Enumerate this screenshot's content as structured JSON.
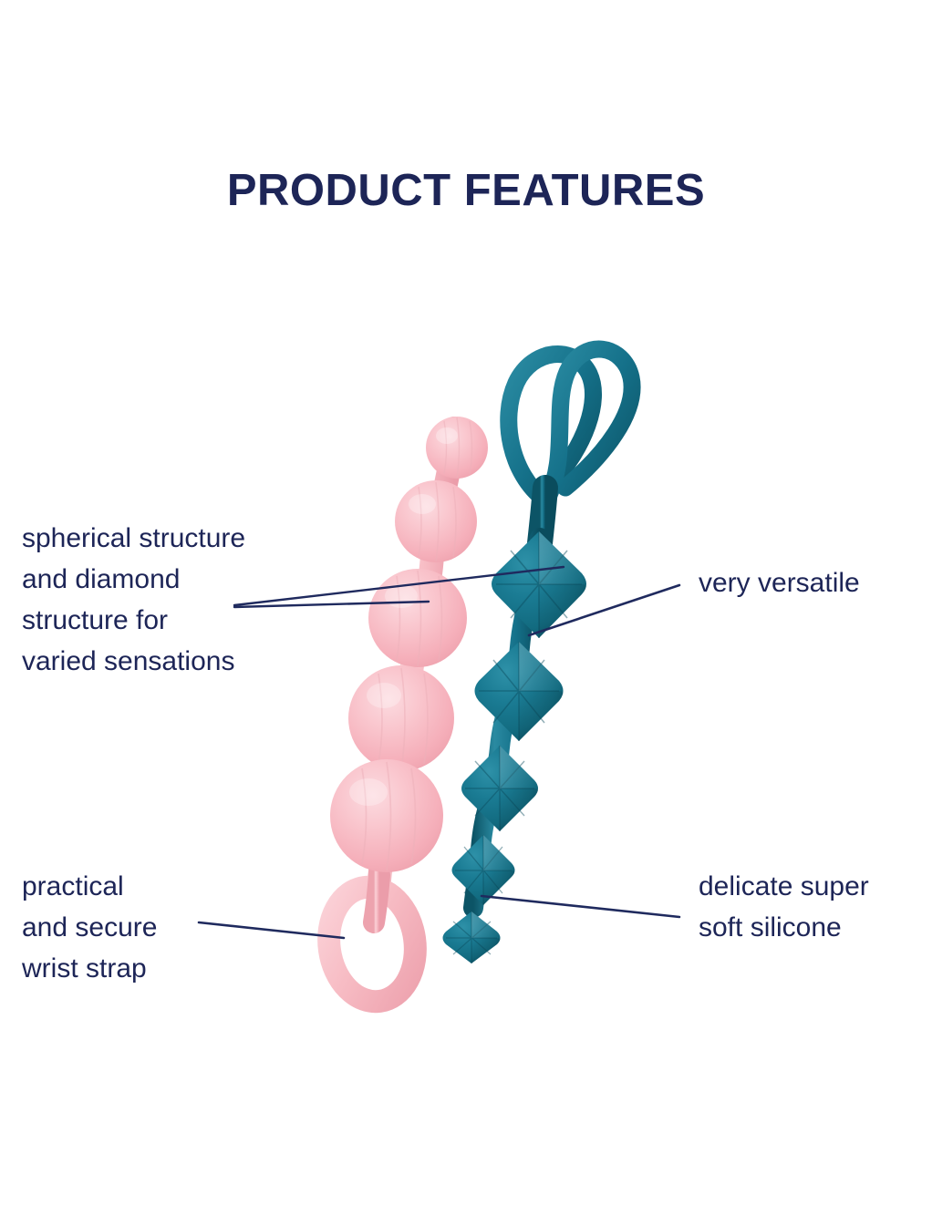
{
  "page": {
    "background_color": "#ffffff",
    "title": "PRODUCT FEATURES",
    "title_color": "#1d2557"
  },
  "colors": {
    "navy_text": "#1d2557",
    "leader_line": "#1f2a5e",
    "pink_product": "#f7b8c1",
    "pink_product_shadow": "#eda3ae",
    "pink_product_highlight": "#fbd2d8",
    "teal_product": "#14697f",
    "teal_product_shadow": "#0d5163",
    "teal_product_highlight": "#2b8ba3"
  },
  "callouts": [
    {
      "id": "spherical-structure",
      "side": "left",
      "lines": [
        "spherical structure",
        "and diamond",
        "structure for",
        "varied sensations"
      ]
    },
    {
      "id": "wrist-strap",
      "side": "left",
      "lines": [
        "practical",
        "and secure",
        "wrist strap"
      ]
    },
    {
      "id": "very-versatile",
      "side": "right",
      "lines": [
        "very versatile"
      ]
    },
    {
      "id": "soft-silicone",
      "side": "right",
      "lines": [
        "delicate super",
        "soft silicone"
      ]
    }
  ],
  "products": [
    {
      "id": "pink-beads",
      "color_name": "pink",
      "bead_shape": "spherical",
      "bead_count": 5,
      "strap_position": "bottom"
    },
    {
      "id": "teal-beads",
      "color_name": "teal",
      "bead_shape": "diamond",
      "bead_count": 5,
      "strap_position": "top"
    }
  ]
}
